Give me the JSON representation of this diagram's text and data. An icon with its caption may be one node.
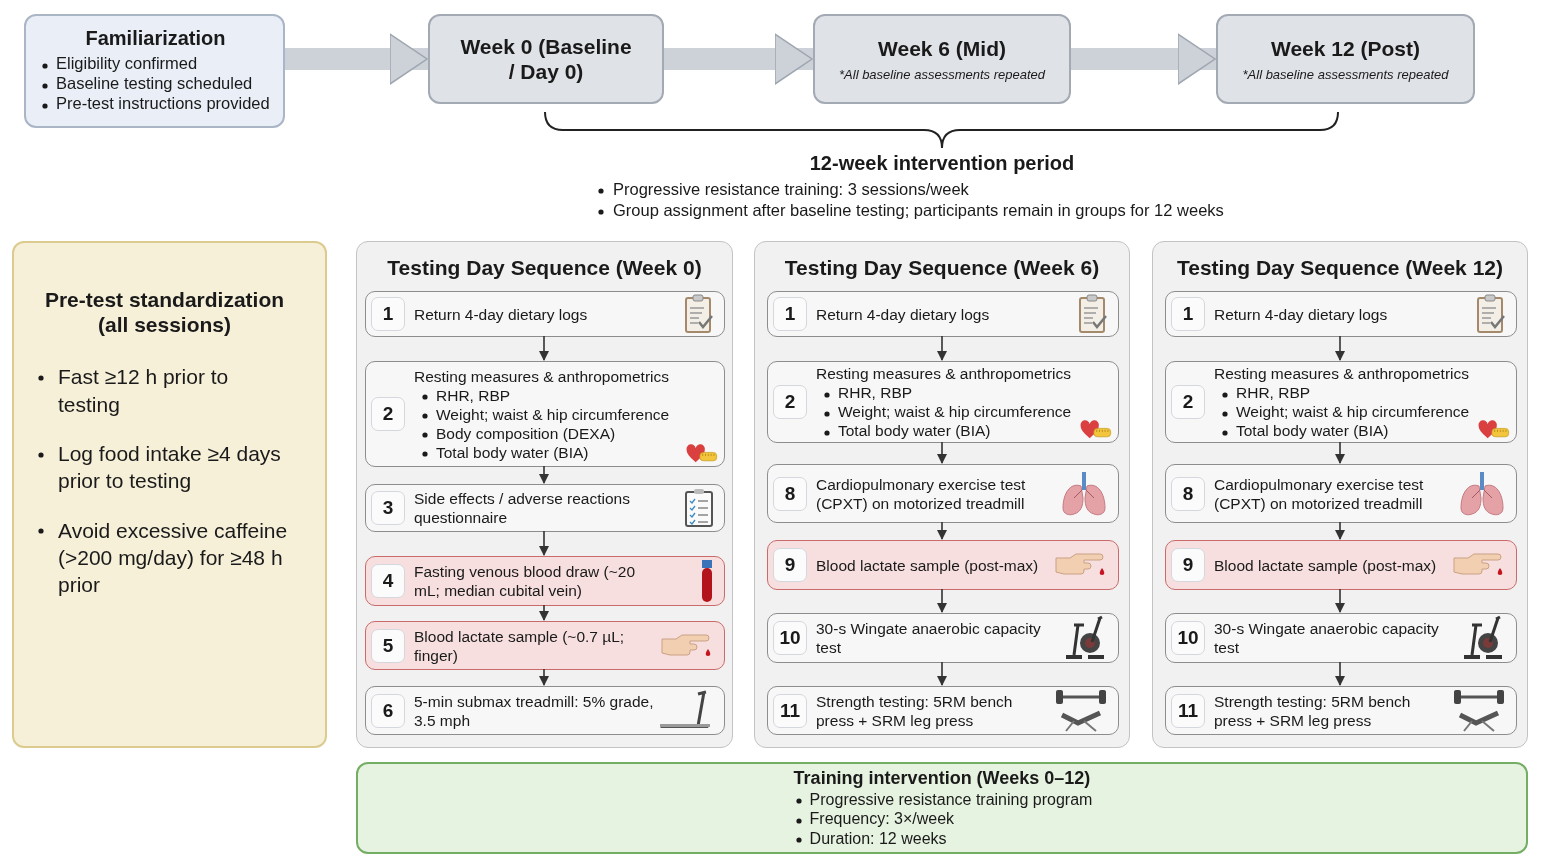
{
  "diagram": {
    "nodes": [
      {
        "text": [
          "Familiarization",
          "Eligibility confirmed",
          "Baseline testing scheduled",
          "Pre-test instructions provided"
        ]
      },
      {
        "text": [
          "Week 0 (Baseline / Day 0)"
        ]
      },
      {
        "text": [
          "Week 6 (Mid)",
          "*All baseline assessments repeated"
        ]
      },
      {
        "text": [
          "Week 12 (Post)",
          "*All baseline assessments repeated"
        ]
      },
      {
        "text": [
          "Pre-test standardization (all sessions)",
          "Fast ≥12 h prior to testing",
          "Log food intake ≥4 days prior to testing",
          "Avoid excessive caffeine (>200 mg/day) for ≥48 h prior"
        ]
      },
      {
        "text": [
          "Testing Day Sequence (Week 0)"
        ]
      },
      {
        "text": [
          "1",
          "Return 4-day dietary logs"
        ],
        "in": 5
      },
      {
        "text": [
          "2",
          "Resting measures & anthropometrics",
          "RHR, RBP",
          "Weight; waist & hip circumference",
          "Body composition (DEXA)",
          "Total body water (BIA)"
        ],
        "in": 5
      },
      {
        "text": [
          "3",
          "Side effects / adverse reactions questionnaire"
        ],
        "in": 5
      },
      {
        "text": [
          "4",
          "Fasting venous blood draw (~20 mL; median cubital vein)"
        ],
        "in": 5
      },
      {
        "text": [
          "5",
          "Blood lactate sample (~0.7 µL; finger)"
        ],
        "in": 5
      },
      {
        "text": [
          "6",
          "5-min submax treadmill: 5% grade, 3.5 mph"
        ],
        "in": 5
      },
      {
        "text": [
          "Testing Day Sequence (Week 6)"
        ]
      },
      {
        "text": [
          "1",
          "Return 4-day dietary logs"
        ],
        "in": 12
      },
      {
        "text": [
          "2",
          "Resting measures & anthropometrics",
          "RHR, RBP",
          "Weight; waist & hip circumference",
          "Total body water (BIA)"
        ],
        "in": 12
      },
      {
        "text": [
          "8",
          "Cardiopulmonary exercise test (CPXT) on motorized treadmill"
        ],
        "in": 12
      },
      {
        "text": [
          "9",
          "Blood lactate sample (post-max)"
        ],
        "in": 12
      },
      {
        "text": [
          "10",
          "30-s Wingate anaerobic capacity test"
        ],
        "in": 12
      },
      {
        "text": [
          "11",
          "Strength testing: 5RM bench press + SRM leg press"
        ],
        "in": 12
      },
      {
        "text": [
          "Testing Day Sequence (Week 12)"
        ]
      },
      {
        "text": [
          "1",
          "Return 4-day dietary logs"
        ],
        "in": 19
      },
      {
        "text": [
          "2",
          "Resting measures & anthropometrics",
          "RHR, RBP",
          "Weight; waist & hip circumference",
          "Total body water (BIA)"
        ],
        "in": 19
      },
      {
        "text": [
          "8",
          "Cardiopulmonary exercise test (CPXT) on motorized treadmill"
        ],
        "in": 19
      },
      {
        "text": [
          "9",
          "Blood lactate sample (post-max)"
        ],
        "in": 19
      },
      {
        "text": [
          "10",
          "30-s Wingate anaerobic capacity test"
        ],
        "in": 19
      },
      {
        "text": [
          "11",
          "Strength testing: 5RM bench press + SRM leg press"
        ],
        "in": 19
      },
      {
        "text": [
          "Training intervention (Weeks 0–12)",
          "Progressive resistance training program",
          "Frequency: 3×/week",
          "Duration: 12 weeks"
        ]
      }
    ],
    "edges": [
      {
        "from": 0,
        "to": 1,
        "arrow": "to",
        "style": "thick",
        "color": "#cdd2d9"
      },
      {
        "from": 1,
        "to": 2,
        "arrow": "to",
        "style": "thick",
        "color": "#cdd2d9"
      },
      {
        "from": 2,
        "to": 3,
        "arrow": "to",
        "style": "thick",
        "color": "#cdd2d9"
      },
      {
        "from": 6,
        "to": 7,
        "arrow": "to"
      },
      {
        "from": 7,
        "to": 8,
        "arrow": "to"
      },
      {
        "from": 8,
        "to": 9,
        "arrow": "to"
      },
      {
        "from": 9,
        "to": 10,
        "arrow": "to"
      },
      {
        "from": 10,
        "to": 11,
        "arrow": "to"
      },
      {
        "from": 13,
        "to": 14,
        "arrow": "to"
      },
      {
        "from": 14,
        "to": 15,
        "arrow": "to"
      },
      {
        "from": 15,
        "to": 16,
        "arrow": "to"
      },
      {
        "from": 16,
        "to": 17,
        "arrow": "to"
      },
      {
        "from": 17,
        "to": 18,
        "arrow": "to"
      },
      {
        "from": 20,
        "to": 21,
        "arrow": "to"
      },
      {
        "from": 21,
        "to": 22,
        "arrow": "to"
      },
      {
        "from": 22,
        "to": 23,
        "arrow": "to"
      },
      {
        "from": 23,
        "to": 24,
        "arrow": "to"
      },
      {
        "from": 24,
        "to": 25,
        "arrow": "to"
      }
    ],
    "labels": [
      "12-week intervention period",
      "Progressive resistance training: 3 sessions/week",
      "Group assignment after baseline testing; participants remain in groups for 12 weeks"
    ]
  }
}
